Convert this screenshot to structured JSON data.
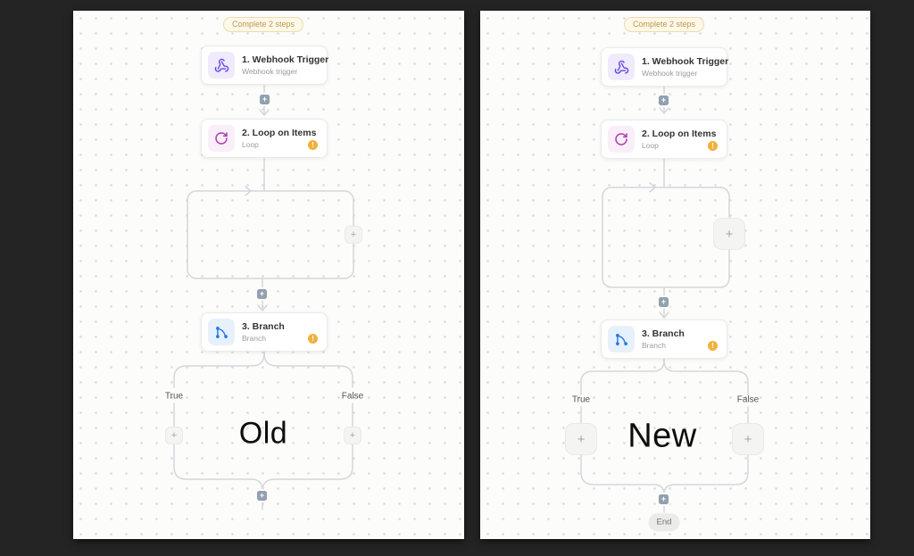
{
  "glyphs": {
    "plus": "+",
    "warning": "!"
  },
  "panels": [
    {
      "caption": "Old",
      "badge": "Complete 2 steps",
      "true_label": "True",
      "false_label": "False",
      "nodes": [
        {
          "title": "1. Webhook Trigger",
          "subtitle": "Webhook trigger",
          "icon": "webhook-icon"
        },
        {
          "title": "2. Loop on Items",
          "subtitle": "Loop",
          "icon": "loop-icon"
        },
        {
          "title": "3. Branch",
          "subtitle": "Branch",
          "icon": "branch-icon"
        }
      ]
    },
    {
      "caption": "New",
      "badge": "Complete 2 steps",
      "true_label": "True",
      "false_label": "False",
      "end_label": "End",
      "nodes": [
        {
          "title": "1. Webhook Trigger",
          "subtitle": "Webhook trigger",
          "icon": "webhook-icon"
        },
        {
          "title": "2. Loop on Items",
          "subtitle": "Loop",
          "icon": "loop-icon"
        },
        {
          "title": "3. Branch",
          "subtitle": "Branch",
          "icon": "branch-icon"
        }
      ]
    }
  ],
  "colors": {
    "page_background": "#242424",
    "canvas_background": "#fcfcfa",
    "connector_gray": "#d4d7dc",
    "accent_purple": "#6846e3",
    "accent_magenta": "#aa3fae",
    "accent_blue": "#1f7ae0",
    "warning_amber": "#f0b13c",
    "badge_amber_text": "#bd984f"
  }
}
